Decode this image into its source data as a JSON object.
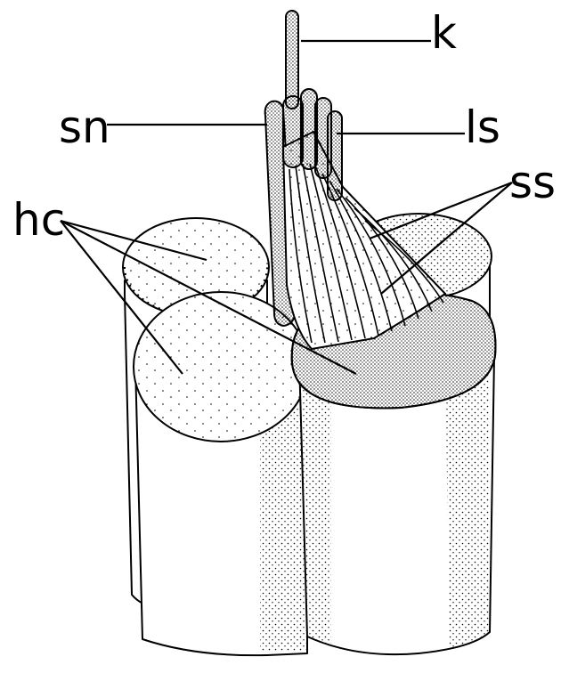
{
  "labels": {
    "k": "k",
    "sn": "sn",
    "ls": "ls",
    "ss": "ss",
    "hc": "hc"
  },
  "colors": {
    "ink": "#000000",
    "paper": "#ffffff"
  }
}
